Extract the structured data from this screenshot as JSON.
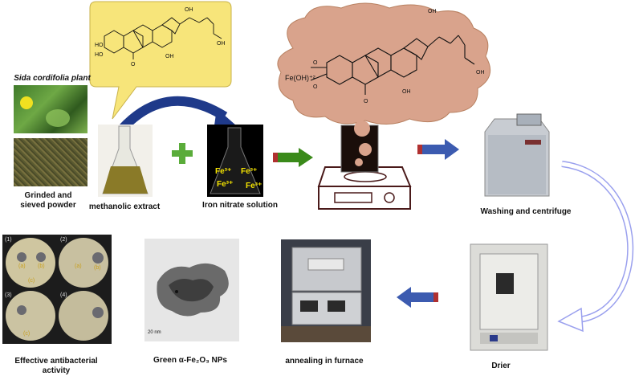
{
  "plant": {
    "title": "Sida cordifolia plant",
    "powder_label_line1": "Grinded and",
    "powder_label_line2": "sieved powder"
  },
  "extract": {
    "label": "methanolic extract"
  },
  "iron": {
    "label": "Iron nitrate solution",
    "ion": "Fe³⁺"
  },
  "complex": {
    "charge_label": "Fe(OH)⁺²"
  },
  "molecule": {
    "oh": "OH",
    "ho": "HO",
    "o": "O"
  },
  "centrifuge": {
    "label": "Washing and centrifuge"
  },
  "drier": {
    "label": "Drier"
  },
  "furnace": {
    "label": "annealing in furnace"
  },
  "nps": {
    "label": "Green α-Fe₂O₃ NPs",
    "scale": "20 nm"
  },
  "antibacterial": {
    "label_line1": "Effective antibacterial",
    "label_line2": "activity",
    "plates": [
      "(1)",
      "(2)",
      "(3)",
      "(4)"
    ],
    "wells": [
      "(a)",
      "(b)",
      "(c)"
    ]
  },
  "colors": {
    "bubble_yellow": "#f7e57a",
    "cloud": "#d9a38c",
    "arrow_blue": "#3c5bb0",
    "arrow_green": "#3a8a1a",
    "arrow_tail": "#b03030",
    "plus": "#5aac3a",
    "curve_arrow": "#9aa0ee"
  }
}
